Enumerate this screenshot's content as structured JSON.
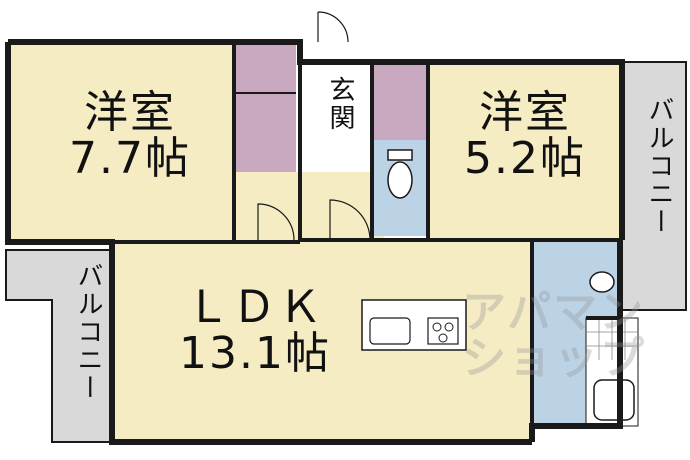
{
  "colors": {
    "room": "#f5ecc4",
    "storage": "#c9a9c0",
    "wet": "#bcd3e6",
    "balcony": "#d9d9d9",
    "wall": "#1a1a1a"
  },
  "rooms": {
    "western1": {
      "name": "洋室",
      "size": "7.7帖"
    },
    "western2": {
      "name": "洋室",
      "size": "5.2帖"
    },
    "ldk": {
      "name": "ＬＤＫ",
      "size": "13.1帖"
    },
    "entrance": {
      "name": "玄関"
    }
  },
  "balconies": {
    "right": "バルコニー",
    "left": "バルコニー"
  },
  "watermark": {
    "line1": "アパマン",
    "line2": "ショップ"
  }
}
